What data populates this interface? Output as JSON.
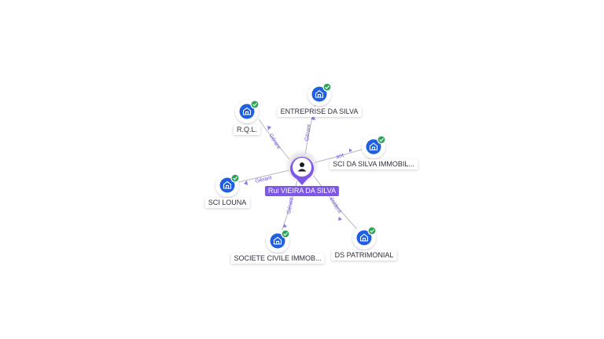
{
  "center": {
    "name": "Rui VIEIRA DA SILVA",
    "icon": "person-icon",
    "color": "#7e57e6"
  },
  "companies": [
    {
      "name": "R.Q.L.",
      "icon": "building-icon",
      "verified": true,
      "relation": "Gérant"
    },
    {
      "name": "ENTREPRISE DA SILVA",
      "icon": "building-icon",
      "verified": true,
      "relation": "Gérant"
    },
    {
      "name": "SCI DA SILVA IMMOBIL...",
      "icon": "building-icon",
      "verified": true,
      "relation": "ant"
    },
    {
      "name": "SCI LOUNA",
      "icon": "building-icon",
      "verified": true,
      "relation": "Gérant"
    },
    {
      "name": "SOCIETE CIVILE IMMOB...",
      "icon": "building-icon",
      "verified": true,
      "relation": "Gérant"
    },
    {
      "name": "DS PATRIMONIAL",
      "icon": "building-icon",
      "verified": true,
      "relation": "ésident"
    }
  ],
  "colors": {
    "company": "#1f5fe0",
    "verified": "#2fa35a",
    "edge": "#b9b6c7",
    "edge_label": "#6b55d9"
  }
}
